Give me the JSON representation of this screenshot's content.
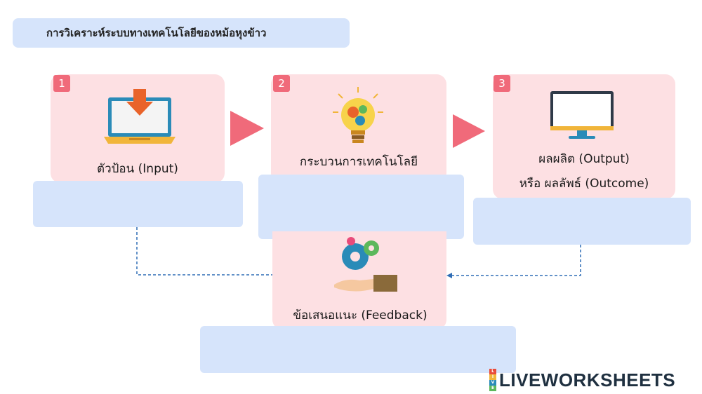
{
  "title": "การวิเคราะห์ระบบทางเทคโนโลยีของหม้อหุงข้าว",
  "steps": [
    {
      "number": "1",
      "label": "ตัวป้อน (Input)",
      "icon": "laptop-download-icon"
    },
    {
      "number": "2",
      "label": "กระบวนการเทคโนโลยี",
      "icon": "lightbulb-gears-icon"
    },
    {
      "number": "3",
      "label_line1": "ผลผลิต (Output)",
      "label_line2": "หรือ ผลลัพธ์ (Outcome)",
      "icon": "monitor-icon"
    }
  ],
  "feedback": {
    "label": "ข้อเสนอแนะ (Feedback)",
    "icon": "gears-hand-icon"
  },
  "brand": "LIVEWORKSHEETS",
  "colors": {
    "card": "#fde0e3",
    "number_badge": "#f06a7a",
    "answer_box": "#d6e4fb",
    "arrow": "#f06a7a",
    "dashed_line": "#2f6db5"
  }
}
